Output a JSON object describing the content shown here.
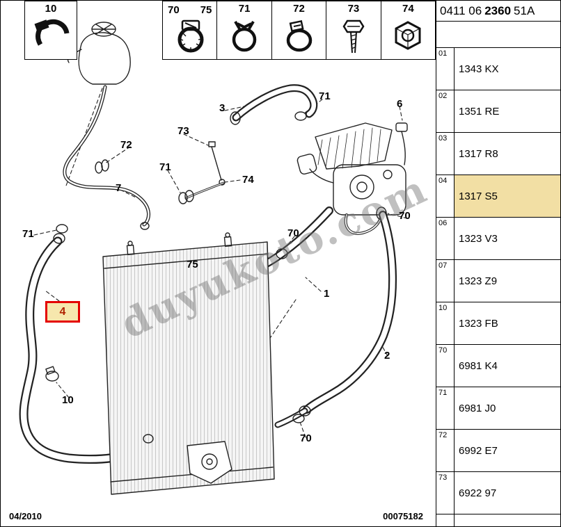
{
  "header": {
    "code_prefix": "0411 06",
    "code_bold": "2360",
    "code_suffix": "51A"
  },
  "legend": {
    "box10_label": "10",
    "cells": [
      {
        "labels": [
          "70",
          "75"
        ]
      },
      {
        "labels": [
          "71"
        ]
      },
      {
        "labels": [
          "72"
        ]
      },
      {
        "labels": [
          "73"
        ]
      },
      {
        "labels": [
          "74"
        ]
      }
    ]
  },
  "diagram": {
    "labels": [
      {
        "text": "3",
        "selected": false
      },
      {
        "text": "71",
        "selected": false
      },
      {
        "text": "6",
        "selected": false
      },
      {
        "text": "73",
        "selected": false
      },
      {
        "text": "72",
        "selected": false
      },
      {
        "text": "71",
        "selected": false
      },
      {
        "text": "74",
        "selected": false
      },
      {
        "text": "7",
        "selected": false
      },
      {
        "text": "70",
        "selected": false
      },
      {
        "text": "70",
        "selected": false
      },
      {
        "text": "71",
        "selected": false
      },
      {
        "text": "75",
        "selected": false
      },
      {
        "text": "1",
        "selected": false
      },
      {
        "text": "4",
        "selected": true
      },
      {
        "text": "2",
        "selected": false
      },
      {
        "text": "10",
        "selected": false
      },
      {
        "text": "70",
        "selected": false
      }
    ]
  },
  "parts_table": {
    "rows": [
      {
        "ref": "01",
        "code": "1343 KX",
        "highlighted": false
      },
      {
        "ref": "02",
        "code": "1351 RE",
        "highlighted": false
      },
      {
        "ref": "03",
        "code": "1317 R8",
        "highlighted": false
      },
      {
        "ref": "04",
        "code": "1317 S5",
        "highlighted": true
      },
      {
        "ref": "06",
        "code": "1323 V3",
        "highlighted": false
      },
      {
        "ref": "07",
        "code": "1323 Z9",
        "highlighted": false
      },
      {
        "ref": "10",
        "code": "1323 FB",
        "highlighted": false
      },
      {
        "ref": "70",
        "code": "6981 K4",
        "highlighted": false
      },
      {
        "ref": "71",
        "code": "6981 J0",
        "highlighted": false
      },
      {
        "ref": "72",
        "code": "6992 E7",
        "highlighted": false
      },
      {
        "ref": "73",
        "code": "6922 97",
        "highlighted": false
      }
    ]
  },
  "footer": {
    "date": "04/2010",
    "doc_number": "00075182"
  },
  "watermark": "duyukoto.com",
  "colors": {
    "highlight_row": "#f2dfa4",
    "selected_callout_border": "#e40000",
    "selected_callout_bg": "#f6e7ad"
  }
}
